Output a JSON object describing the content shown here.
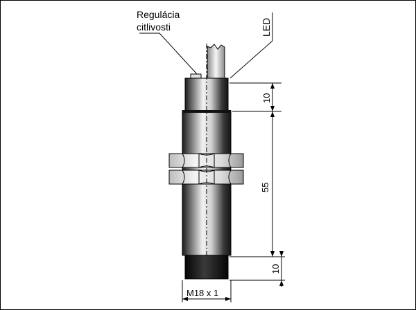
{
  "labels": {
    "sensitivity_line1": "Regulácia",
    "sensitivity_line2": "citlivosti",
    "led": "LED"
  },
  "dimensions": {
    "top_section": "10",
    "body_length": "55",
    "bottom_section": "10",
    "thread": "M18 x 1"
  },
  "colors": {
    "line": "#000000",
    "background": "#ffffff",
    "metal_light": "#f2f2f2",
    "metal_dark": "#1a1a1a",
    "cap": "#111111"
  }
}
